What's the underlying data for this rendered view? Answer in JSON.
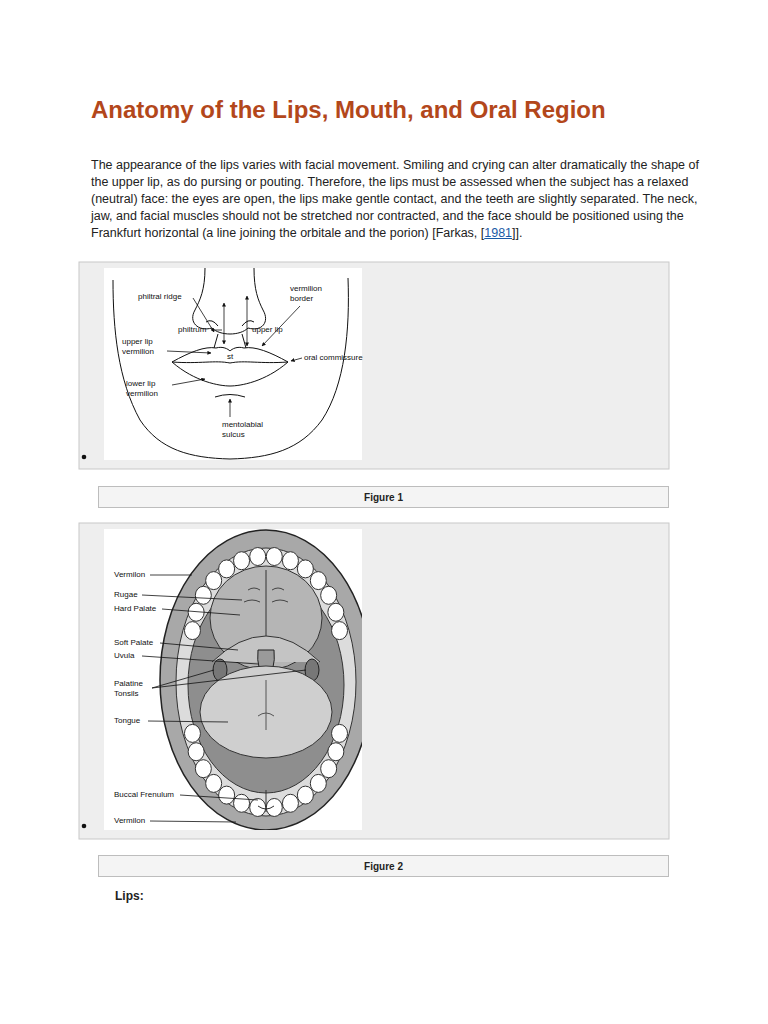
{
  "diagram": {
    "title": "Anatomy of the Lips, Mouth, and Oral Region",
    "nodes": [
      {
        "text": [
          "Figure 1"
        ]
      },
      {
        "text": [
          "Figure 2"
        ]
      }
    ],
    "labels": [
      "The appearance of the lips varies with facial movement. Smiling and crying can alter dramatically the shape of the upper lip, as do pursing or pouting. Therefore, the lips must be assessed when the subject has a relaxed (neutral) face: the eyes are open, the lips make gentle contact, and the teeth are slightly separated. The neck, jaw, and facial muscles should not be stretched nor contracted, and the face should be positioned using the Frankfurt horizontal (a line joining the orbitale and the porion) [Farkas, [",
      "1981",
      "]].",
      "philtral ridge",
      "vermilion border",
      "philtrum",
      "upper lip",
      "upper lip vermilion",
      "st",
      "oral commissure",
      "lower lip vermilion",
      "mentolabial sulcus",
      "Vermilon",
      "Rugae",
      "Hard Palate",
      "Soft Palate",
      "Uvula",
      "Palatine Tonsils",
      "Tongue",
      "Buccal Frenulum",
      "Vermilon",
      "Lips:"
    ]
  }
}
